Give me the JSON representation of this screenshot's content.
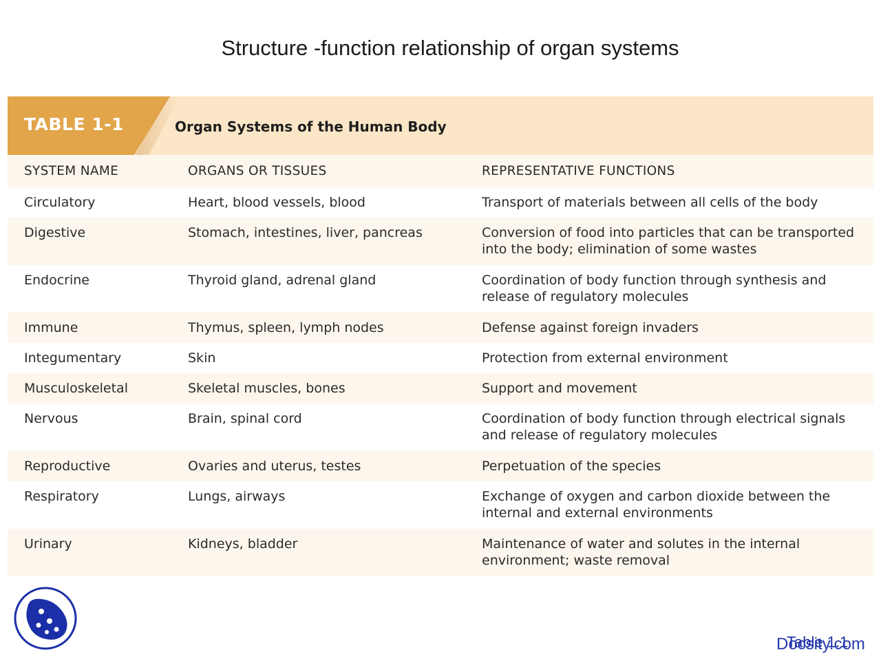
{
  "slide": {
    "title": "Structure -function relationship of organ systems"
  },
  "table": {
    "number": "TABLE 1-1",
    "caption": "Organ Systems of the Human Body",
    "columns": [
      "SYSTEM NAME",
      "ORGANS OR TISSUES",
      "REPRESENTATIVE FUNCTIONS"
    ],
    "rows": [
      {
        "system": "Circulatory",
        "organs": "Heart, blood vessels, blood",
        "function": "Transport of materials between all cells of the body"
      },
      {
        "system": "Digestive",
        "organs": "Stomach, intestines, liver, pancreas",
        "function": "Conversion of food into particles that can be transported into the body; elimination of some wastes"
      },
      {
        "system": "Endocrine",
        "organs": "Thyroid gland, adrenal gland",
        "function": "Coordination of body function through synthesis and release of regulatory molecules"
      },
      {
        "system": "Immune",
        "organs": "Thymus, spleen, lymph nodes",
        "function": "Defense against foreign invaders"
      },
      {
        "system": "Integumentary",
        "organs": "Skin",
        "function": "Protection from external environment"
      },
      {
        "system": "Musculoskeletal",
        "organs": "Skeletal muscles, bones",
        "function": "Support and movement"
      },
      {
        "system": "Nervous",
        "organs": "Brain, spinal cord",
        "function": "Coordination of body function through electrical signals and release of regulatory molecules"
      },
      {
        "system": "Reproductive",
        "organs": "Ovaries and uterus, testes",
        "function": "Perpetuation of the species"
      },
      {
        "system": "Respiratory",
        "organs": "Lungs, airways",
        "function": "Exchange of oxygen and carbon dioxide between the internal and external environments"
      },
      {
        "system": "Urinary",
        "organs": "Kidneys, bladder",
        "function": "Maintenance of water and solutes in the internal environment; waste removal"
      }
    ]
  },
  "footer": {
    "label": "Table 1.1",
    "brand": "Docsity.com"
  },
  "colors": {
    "tab": "#e2a54a",
    "header_band": "#fbe6c7",
    "stripe": "#fdf6ec",
    "brand": "#1b2fa8"
  },
  "icons": {
    "logo": "docsity-logo-icon"
  }
}
